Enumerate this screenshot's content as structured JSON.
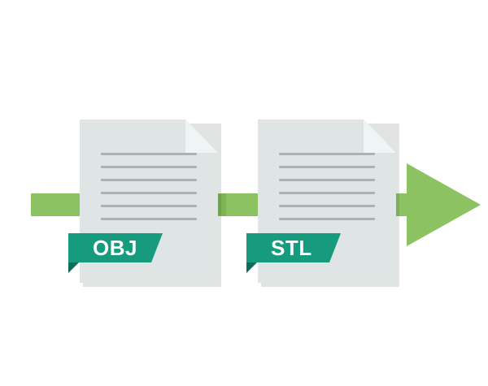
{
  "graphic": {
    "title": "OBJ to STL file conversion",
    "colors": {
      "band_green": "#8cc261",
      "band_green_shade": "#7eb457",
      "arrow_green": "#8cc261",
      "document_body": "#dfe5e4",
      "document_fold": "#eff4f4",
      "document_line": "#a9b3b2",
      "ribbon_teal": "#169b7e",
      "ribbon_teal_dark": "#0f6b5a",
      "ribbon_text": "#ffffff",
      "background": "#ffffff"
    },
    "documents": [
      {
        "id": "source-document",
        "format_label": "OBJ",
        "line_count": 6
      },
      {
        "id": "target-document",
        "format_label": "STL",
        "line_count": 6
      }
    ],
    "arrow": {
      "direction": "right",
      "label": ""
    }
  }
}
